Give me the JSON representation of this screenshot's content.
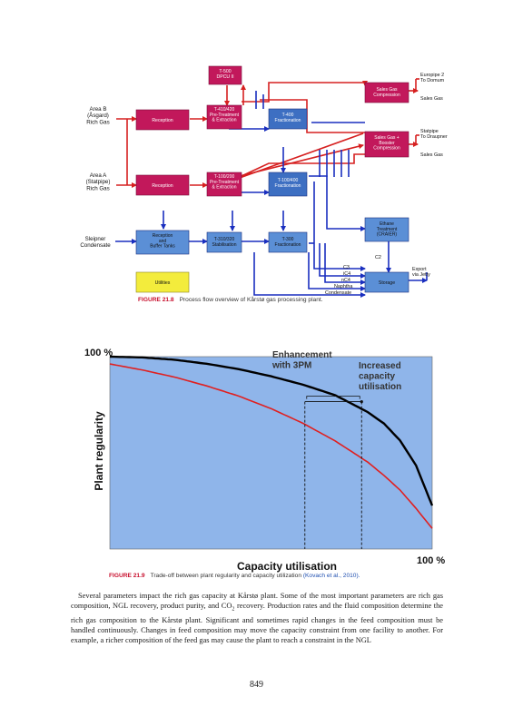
{
  "figure1": {
    "caption_label": "FIGURE 21.8",
    "caption_text": "Process flow overview of Kårstø gas processing plant.",
    "sources": {
      "area_b": "Area B\n(Åsgard)\nRich Gas",
      "area_a": "Area A\n(Statpipe)\nRich Gas",
      "sleipner": "Sleipner\nCondensate"
    },
    "boxes": {
      "t500": "T-500\nDPCU II",
      "reception_b": "Reception",
      "t410": "T-410/420\nPre-Treatment\n& Extraction",
      "t400": "T-400\nFractionation",
      "reception_a": "Reception",
      "t100_200": "T-100/200\nPre-Treatment\n& Extraction",
      "t100_400": "T-100/400\nFractionation",
      "reception_buffer": "Reception\nand\nBuffer Tanks",
      "t310": "T-310/320\nStabilisation",
      "t300": "T-300\nFractionation",
      "utilities": "Utilities",
      "sales_gas_compression": "Sales Gas\nCompression",
      "sales_gas_booster": "Sales Gas +\nBooster\nCompression",
      "ethane": "Ethane\nTreatment\n(CRAIER)",
      "storage": "Storage"
    },
    "outputs": {
      "europipe": "Europipe 2\nTo Domum",
      "sales_gas_1": "Sales Gas",
      "statpipe": "Statpipe\nTo Draupner",
      "sales_gas_2": "Sales Gas",
      "export": "Export\nvia Jetty",
      "c2": "C2"
    },
    "products": [
      "C3",
      "iC4",
      "nC4",
      "Naphtha",
      "Condensate"
    ],
    "colors": {
      "magenta_box": "#c2185b",
      "grey_box": "#b0b8c0",
      "blue_box": "#5b8fd6",
      "green_box": "#3aa86b",
      "yellow_box": "#f3ec3c",
      "red_line": "#d62020",
      "blue_line": "#1a2fbf"
    }
  },
  "figure2": {
    "caption_label": "FIGURE 21.9",
    "caption_text": "Trade-off between plant regularity and capacity utilization",
    "caption_ref": "(Kovach et al., 2010).",
    "annotation_enhancement": "Enhancement\nwith 3PM",
    "annotation_increased": "Increased\ncapacity\nutilisation",
    "chart_data": {
      "type": "line",
      "xlabel": "Capacity utilisation",
      "ylabel": "Plant regularity",
      "x_end_label": "100 %",
      "y_top_label": "100 %",
      "xlim": [
        0,
        100
      ],
      "ylim": [
        0,
        100
      ],
      "series": [
        {
          "color": "#000000",
          "x": [
            0,
            10,
            20,
            30,
            40,
            50,
            60,
            70,
            80,
            85,
            90,
            95,
            100
          ],
          "y": [
            100,
            99.6,
            98.4,
            96.3,
            93.5,
            89.8,
            85.4,
            79.9,
            71.2,
            65.3,
            56.5,
            43.4,
            22.6
          ]
        },
        {
          "color": "#e02020",
          "x": [
            0,
            10,
            20,
            30,
            40,
            50,
            60,
            70,
            80,
            85,
            90,
            95,
            100
          ],
          "y": [
            96.2,
            93.1,
            89.4,
            84.8,
            79.5,
            73.0,
            65.3,
            56.1,
            45.2,
            38.3,
            30.7,
            21.1,
            10.7
          ]
        }
      ],
      "markers": {
        "red_at_x": 60.5,
        "black_at_x": 78.1,
        "level_y": 76.6
      },
      "background": "#8fb5ea",
      "grid": false
    }
  },
  "body": {
    "text_before_co2": "Several parameters impact the rich gas capacity at Kårstø plant. Some of the most important parameters are rich gas composition, NGL recovery, product purity, and CO",
    "co2_sub": "2",
    "text_after_co2": " recovery. Production rates and the fluid composition determine the rich gas composition to the Kårstø plant. Significant and sometimes rapid changes in the feed composition must be handled continuously. Changes in feed composition may move the capacity constraint from one facility to another. For example, a richer composition of the feed gas may cause the plant to reach a constraint in the NGL"
  },
  "page_number": "849"
}
